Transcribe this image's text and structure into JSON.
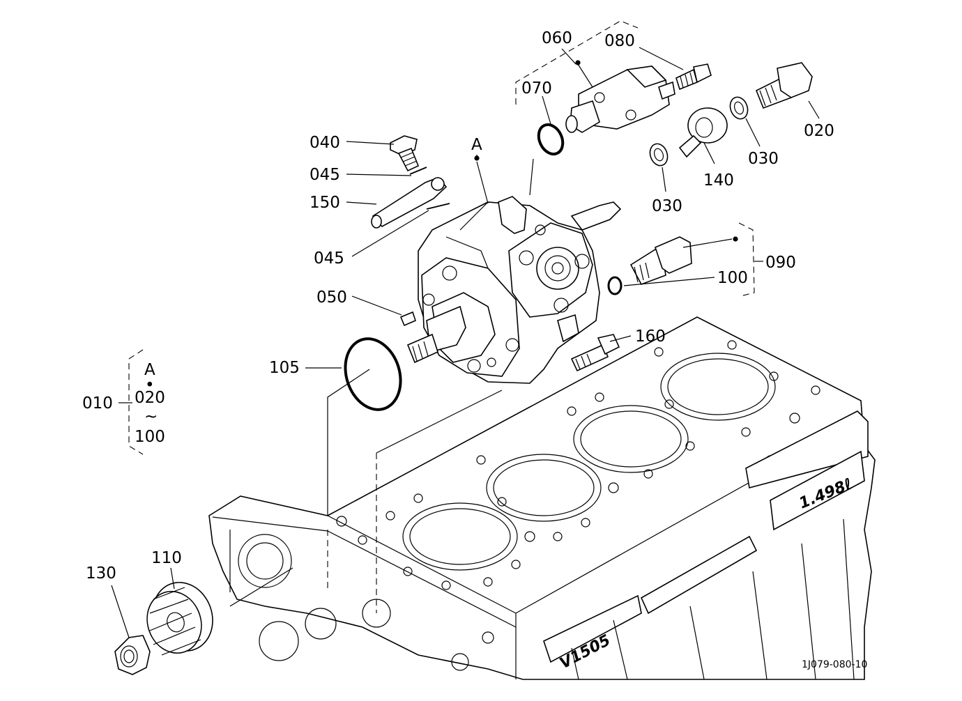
{
  "diagram": {
    "reference": "1J079-080-10",
    "engine_displacement_text": "1.498ℓ",
    "engine_model_text": "V1505",
    "callouts": {
      "p010": "010",
      "p020": "020",
      "p030a": "030",
      "p030b": "030",
      "p040": "040",
      "p045a": "045",
      "p045b": "045",
      "p050": "050",
      "p060": "060",
      "p070": "070",
      "p080": "080",
      "p090": "090",
      "p100": "100",
      "p105": "105",
      "p110": "110",
      "p130": "130",
      "p140": "140",
      "p150": "150",
      "p160": "160",
      "assembly_a": "A"
    },
    "assembly_bracket": {
      "top": "A",
      "dot": "•",
      "middle": "020",
      "tilde": "~",
      "bottom": "100"
    }
  }
}
